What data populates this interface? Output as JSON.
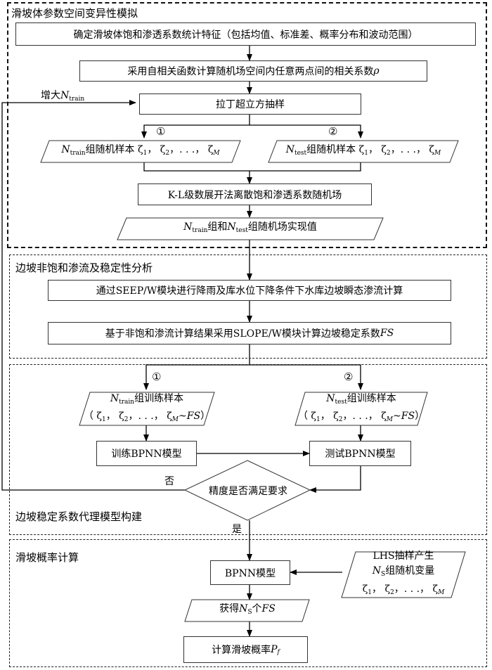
{
  "sections": {
    "s1": "滑坡体参数空间变异性模拟",
    "s2": "边坡非饱和渗流及稳定性分析",
    "s3": "边坡稳定系数代理模型构建",
    "s4": "滑坡概率计算"
  },
  "boxes": {
    "b1": "确定滑坡体饱和渗透系数统计特征（包括均值、标准差、概率分布和波动范围）",
    "b2": "采用自相关函数计算随机场空间内任意两点间的相关系数",
    "b2_sym": "ρ",
    "b3": "拉丁超立方抽样",
    "b6": "K-L级数展开法离散饱和渗透系数随机场",
    "b8": "通过SEEP/W模块进行降雨及库水位下降条件下水库边坡瞬态渗流计算",
    "b9": "基于非饱和渗流计算结果采用SLOPE/W模块计算边坡稳定系数",
    "b9_sym": "FS",
    "b12": "训练BPNN模型",
    "b13": "测试BPNN模型",
    "b15": "BPNN模型",
    "b18": "计算滑坡概率",
    "b18_sym": "P",
    "b18_sub": "f"
  },
  "paras": {
    "p4": {
      "N": "N",
      "sub": "train",
      "text": "组随机样本 ζ",
      "z1": "1",
      "z2": "，  ζ",
      "z2s": "2",
      "z3": "，. . .，  ζ",
      "zM": "M"
    },
    "p5": {
      "N": "N",
      "sub": "test",
      "text": "组随机样本 ζ",
      "z1": "1",
      "z2": "，  ζ",
      "z2s": "2",
      "z3": "，. . .，  ζ",
      "zM": "M"
    },
    "p7": {
      "N1": "N",
      "sub1": "train",
      "mid": "组和",
      "N2": "N",
      "sub2": "test",
      "end": "组随机场实现值"
    },
    "p10": {
      "N": "N",
      "sub": "train",
      "text": "组训练样本",
      "l2a": "（ ζ",
      "z1": "1",
      "l2b": "，  ζ",
      "z2": "2",
      "l2c": "，. . .，  ζ",
      "zM": "M",
      "l2d": "~",
      "fs": "FS",
      "l2e": "）"
    },
    "p11": {
      "N": "N",
      "sub": "test",
      "text": "组训练样本",
      "l2a": "（ ζ",
      "z1": "1",
      "l2b": "，  ζ",
      "z2": "2",
      "l2c": "，. . .，  ζ",
      "zM": "M",
      "l2d": "~",
      "fs": "FS",
      "l2e": "）"
    },
    "p16": {
      "pre": "获得",
      "N": "N",
      "sub": "S",
      "post": "个",
      "fs": "FS"
    },
    "p17": {
      "l1": "LHS抽样产生",
      "N": "N",
      "sub": "S",
      "l2": "组随机变量",
      "l3a": "ζ",
      "z1": "1",
      "l3b": "，  ζ",
      "z2": "2",
      "l3c": "，. . .，  ζ",
      "zM": "M"
    }
  },
  "decision": "精度是否满足要求",
  "labels": {
    "increase": "增大",
    "increase_N": "N",
    "increase_sub": "train",
    "no": "否",
    "yes": "是",
    "circle1": "①",
    "circle2": "②"
  }
}
